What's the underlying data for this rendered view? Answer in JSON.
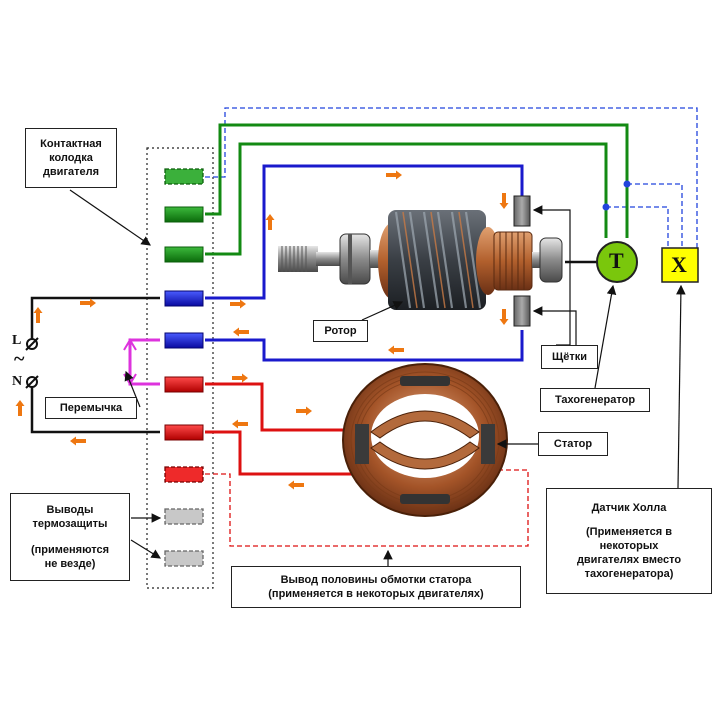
{
  "labels": {
    "terminal_block": "Контактная\nколодка\nдвигателя",
    "rotor": "Ротор",
    "brushes": "Щётки",
    "tachogenerator": "Тахогенератор",
    "stator": "Статор",
    "jumper": "Перемычка",
    "thermal_leads": "Выводы\nтермозащиты",
    "thermal_note": "(применяются\nне везде)",
    "half_winding": "Вывод половины обмотки статора\n(применяется в некоторых двигателях)",
    "hall_sensor_title": "Датчик Холла",
    "hall_sensor_note": "(Применяется в\nнекоторых\nдвигателях вместо\nтахогенератора)"
  },
  "symbols": {
    "tacho": "T",
    "hall": "X",
    "line": "L",
    "neutral": "N",
    "ac": "~"
  },
  "colors": {
    "green": "#138a13",
    "blue": "#1a1acc",
    "red": "#dd1111",
    "magenta": "#dd33dd",
    "gray": "#c8c8c8",
    "dashed_blue": "#2244dd",
    "arrow": "#ee7711",
    "tacho_fill": "#7ac70c",
    "hall_fill": "#ffff00"
  }
}
